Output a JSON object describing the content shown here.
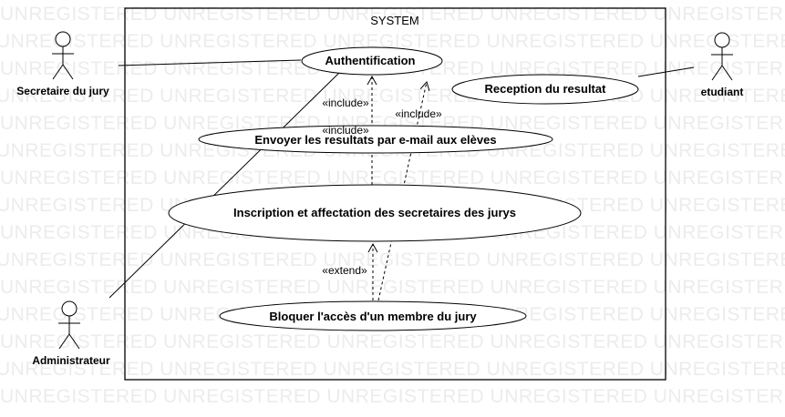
{
  "watermark": {
    "text": "UNREGISTERED"
  },
  "system": {
    "title": "SYSTEM"
  },
  "actors": {
    "secretaire": {
      "label": "Secretaire du jury"
    },
    "administrateur": {
      "label": "Administrateur"
    },
    "etudiant": {
      "label": "etudiant"
    }
  },
  "use_cases": {
    "authentification": "Authentification",
    "reception": "Reception du resultat",
    "envoyer": "Envoyer les resultats par e-mail aux elèves",
    "inscription": "Inscription et affectation des secretaires des jurys",
    "bloquer": "Bloquer l'accès d'un membre du jury"
  },
  "relations": {
    "include_1": "«include»",
    "include_2": "«include»",
    "include_3": "«include»",
    "extend": "«extend»"
  }
}
